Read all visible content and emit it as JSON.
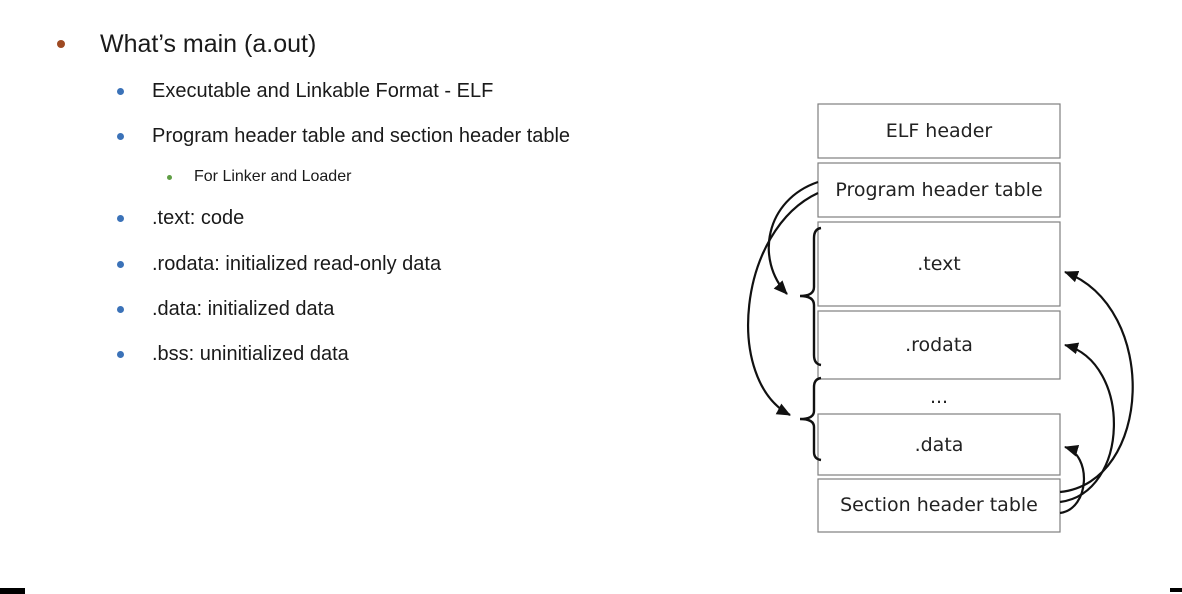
{
  "slide": {
    "title": "What’s main (a.out)",
    "bullets": [
      {
        "level": 2,
        "text": "Executable and Linkable Format - ELF"
      },
      {
        "level": 2,
        "text": "Program header table and section header table"
      },
      {
        "level": 3,
        "text": "For Linker and Loader"
      },
      {
        "level": 2,
        "text": ".text: code"
      },
      {
        "level": 2,
        "text": ".rodata: initialized read-only data"
      },
      {
        "level": 2,
        "text": ".data: initialized data"
      },
      {
        "level": 2,
        "text": ".bss: uninitialized data"
      }
    ]
  },
  "diagram": {
    "boxes": {
      "elf_header": "ELF header",
      "program_header_table": "Program header table",
      "text": ".text",
      "rodata": ".rodata",
      "ellipsis": "...",
      "data": ".data",
      "section_header_table": "Section header table"
    }
  },
  "colors": {
    "bullet_l1": "#9e4a22",
    "bullet_l2": "#3b72b8",
    "bullet_l3": "#5f9e44",
    "text": "#1a1a1a",
    "diagram_border": "#7f7f7f",
    "diagram_line": "#111111"
  }
}
